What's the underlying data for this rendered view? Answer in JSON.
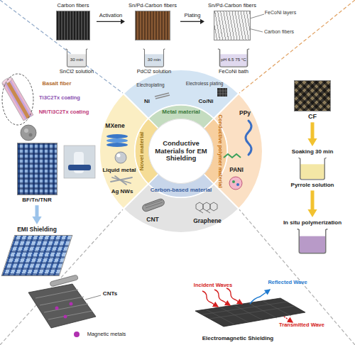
{
  "diagram": {
    "nodes": [
      {
        "text": [
          "Carbon fibers"
        ]
      },
      {
        "text": [
          "Sn/Pd-Carbon fibers"
        ]
      },
      {
        "text": [
          "Sn/Pd-Carbon fibers"
        ]
      },
      {
        "text": [
          "30 min",
          "SnCl2 solution"
        ]
      },
      {
        "text": [
          "30 min",
          "PdCl2 solution"
        ]
      },
      {
        "text": [
          "pH 6.5 75 °C",
          "FeCoNi bath"
        ]
      },
      {
        "text": [
          "Conductive Materials for EM Shielding"
        ]
      },
      {
        "text": [
          "CF"
        ]
      },
      {
        "text": [
          "Soaking 30 min",
          "Pyrrole solution"
        ]
      },
      {
        "text": [
          "In situ polymerization"
        ]
      },
      {
        "text": [
          "BF/Tn/TNR"
        ]
      },
      {
        "text": [
          "EMI Shielding"
        ]
      }
    ],
    "edges": [
      {
        "from": 0,
        "to": 1,
        "arrow": "to",
        "label": "Activation"
      },
      {
        "from": 1,
        "to": 2,
        "arrow": "to",
        "label": "Plating"
      },
      {
        "from": 7,
        "to": 8,
        "arrow": "to"
      },
      {
        "from": 8,
        "to": 9,
        "arrow": "to"
      },
      {
        "from": 10,
        "to": 11,
        "arrow": "to"
      }
    ],
    "labels": [
      "FeCoNi layers",
      "Carbon fibers",
      "Basalt fiber",
      "Ti3C2Tx coating",
      "NR/Ti3C2Tx coating",
      "Metal material",
      "Conductive polymer material",
      "Carbon-based material",
      "Novel material",
      "Electroplating",
      "Electroless plating",
      "Ni",
      "Co/Ni",
      "PPy",
      "PANI",
      "CNT",
      "Graphene",
      "MXene",
      "Liquid metal",
      "Ag NWs",
      "CNTs",
      "Magnetic metals",
      "Incident Waves",
      "Reflected Wave",
      "Transmitted Wave",
      "Electromagnetic Shielding"
    ]
  }
}
